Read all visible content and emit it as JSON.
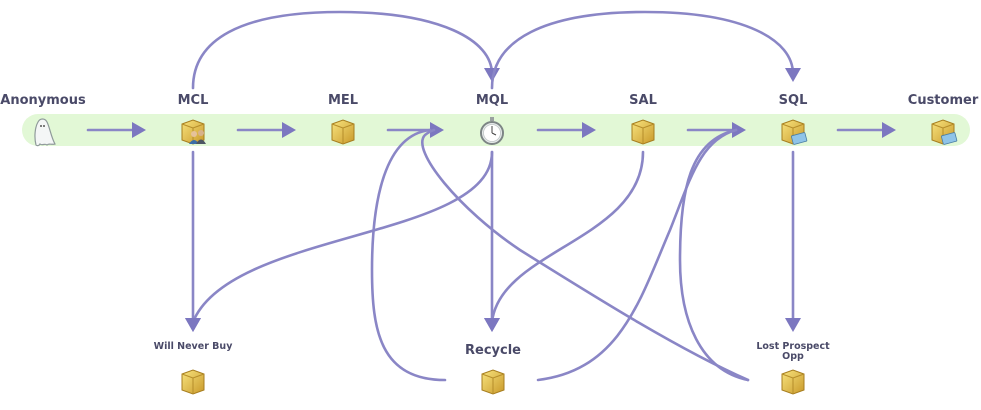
{
  "diagram": {
    "title": "Lead Lifecycle Flow",
    "colors": {
      "edge": "#8a86c6",
      "arrowhead": "#7c77c0",
      "band": "#e2f8d6",
      "label": "#4a4a68",
      "box": "#e8c24a"
    },
    "stages": [
      {
        "id": "anonymous",
        "label": "Anonymous",
        "icon": "ghost-icon"
      },
      {
        "id": "mcl",
        "label": "MCL",
        "icon": "box-with-people-icon"
      },
      {
        "id": "mel",
        "label": "MEL",
        "icon": "box-icon"
      },
      {
        "id": "mql",
        "label": "MQL",
        "icon": "stopwatch-icon"
      },
      {
        "id": "sal",
        "label": "SAL",
        "icon": "box-icon"
      },
      {
        "id": "sql",
        "label": "SQL",
        "icon": "box-with-card-icon"
      },
      {
        "id": "customer",
        "label": "Customer",
        "icon": "box-with-card-icon"
      }
    ],
    "terminals": [
      {
        "id": "will_never_buy",
        "label": "Will Never Buy",
        "icon": "box-icon"
      },
      {
        "id": "recycle",
        "label": "Recycle",
        "icon": "box-icon"
      },
      {
        "id": "lost_prospect_opp",
        "label_line1": "Lost Prospect",
        "label_line2": "Opp",
        "icon": "box-icon"
      }
    ],
    "edges": [
      {
        "from": "anonymous",
        "to": "mcl"
      },
      {
        "from": "mcl",
        "to": "mel"
      },
      {
        "from": "mel",
        "to": "mql"
      },
      {
        "from": "mql",
        "to": "sal"
      },
      {
        "from": "sal",
        "to": "sql"
      },
      {
        "from": "sql",
        "to": "customer"
      },
      {
        "from": "mcl",
        "to": "mql"
      },
      {
        "from": "mql",
        "to": "sql"
      },
      {
        "from": "mcl",
        "to": "will_never_buy"
      },
      {
        "from": "mql",
        "to": "will_never_buy"
      },
      {
        "from": "mql",
        "to": "recycle"
      },
      {
        "from": "sal",
        "to": "recycle"
      },
      {
        "from": "sql",
        "to": "lost_prospect_opp"
      },
      {
        "from": "recycle",
        "to": "mql"
      },
      {
        "from": "recycle",
        "to": "sql"
      },
      {
        "from": "lost_prospect_opp",
        "to": "mql"
      },
      {
        "from": "lost_prospect_opp",
        "to": "sql"
      }
    ]
  }
}
